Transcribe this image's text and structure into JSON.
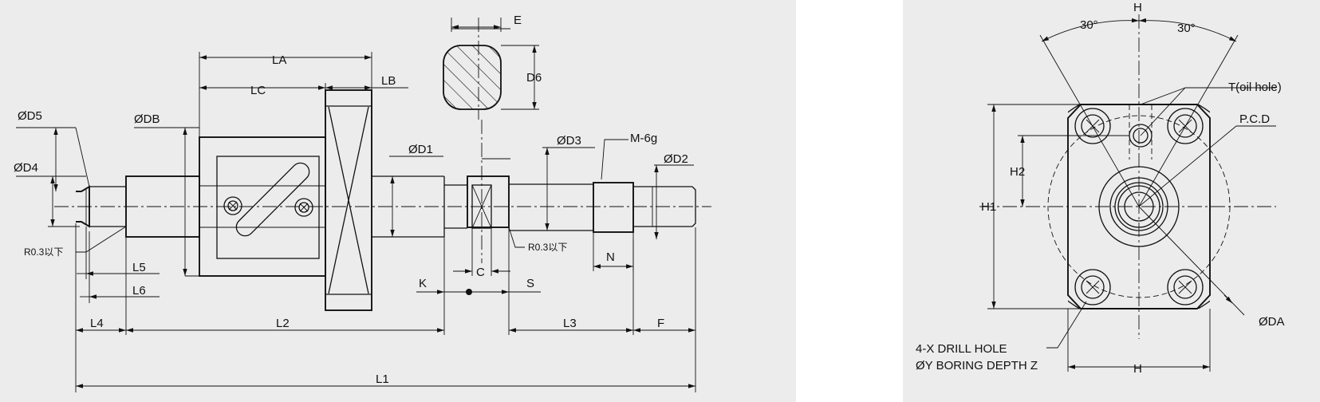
{
  "side_view": {
    "labels": {
      "d5": "ØD5",
      "d4": "ØD4",
      "db": "ØDB",
      "la": "LA",
      "lc": "LC",
      "lb": "LB",
      "d1": "ØD1",
      "e": "E",
      "d6": "D6",
      "d3": "ØD3",
      "m": "M-6g",
      "d2": "ØD2",
      "r_left": "R0.3以下",
      "r_right": "R0.3以下",
      "l5": "L5",
      "l6": "L6",
      "c": "C",
      "k": "K",
      "s": "S",
      "n": "N",
      "l4": "L4",
      "l2": "L2",
      "l3": "L3",
      "f": "F",
      "l1": "L1"
    }
  },
  "end_view": {
    "labels": {
      "angle_left": "30°",
      "angle_right": "30°",
      "h": "H",
      "oil": "T(oil hole)",
      "pcd": "P.C.D",
      "h2": "H2",
      "h1": "H1",
      "da": "ØDA",
      "drill1": "4-X DRILL HOLE",
      "drill2": "ØY BORING DEPTH Z",
      "h_bottom": "H"
    }
  },
  "colors": {
    "background": "#ececec",
    "line": "#111111"
  }
}
